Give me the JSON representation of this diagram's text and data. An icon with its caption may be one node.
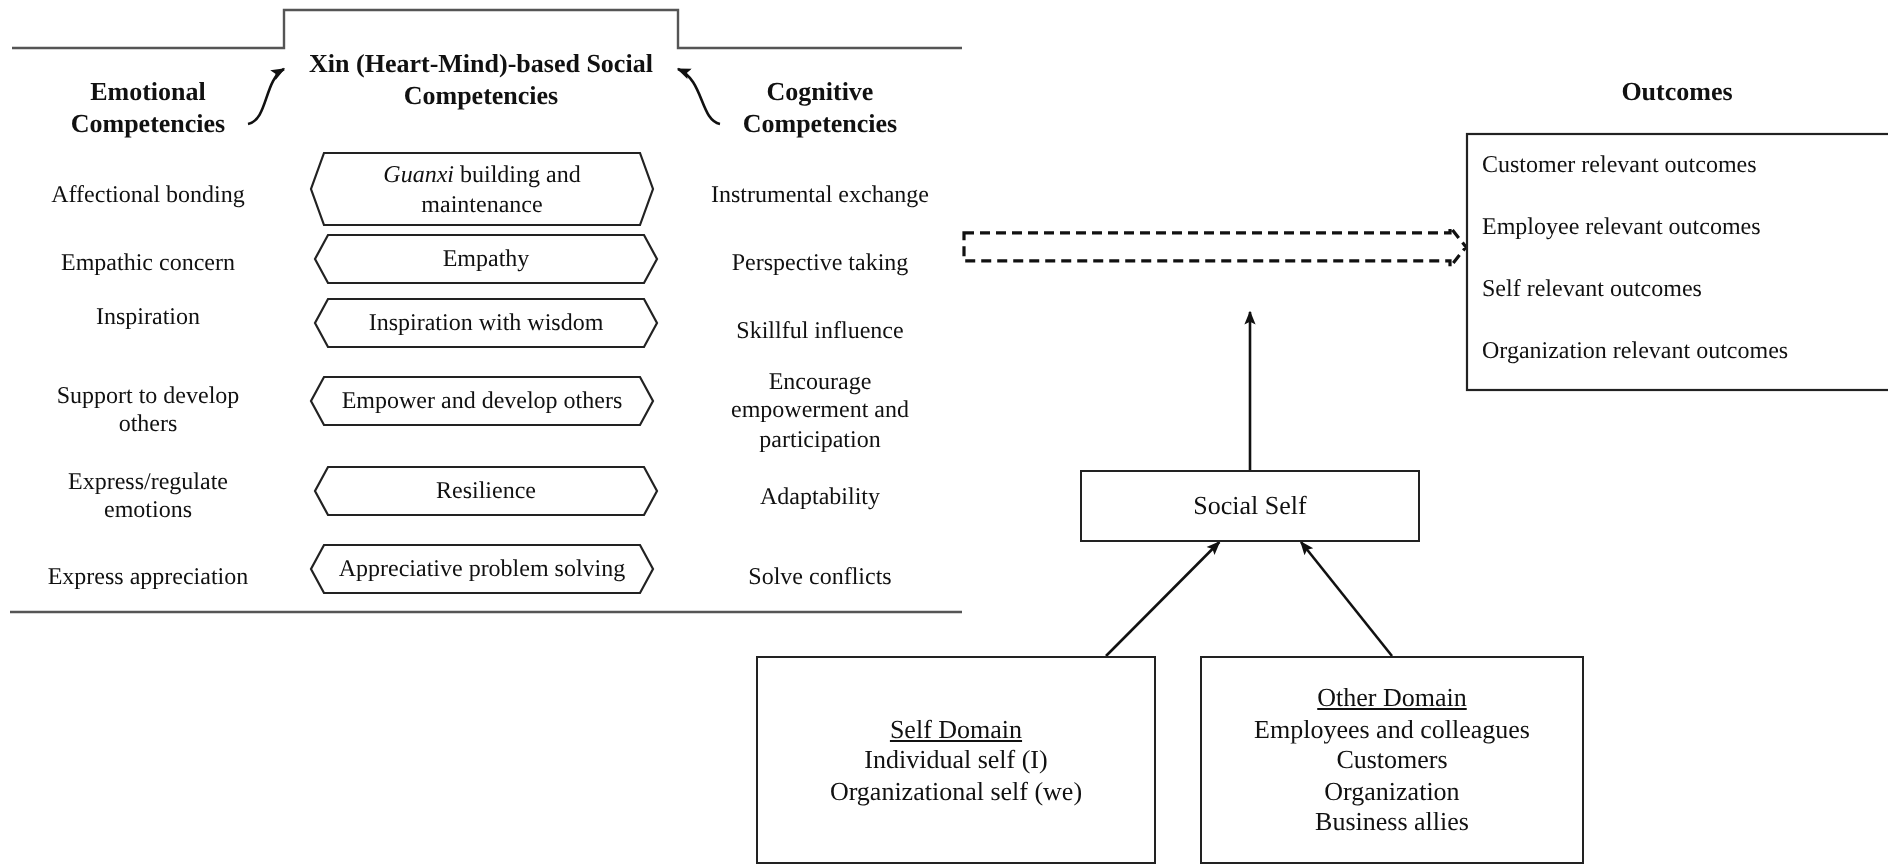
{
  "diagram": {
    "nodes": [
      {
        "text": [
          "Xin (Heart-Mind)-based Social Competencies"
        ]
      },
      {
        "text": [
          "Emotional Competencies"
        ]
      },
      {
        "text": [
          "Cognitive Competencies"
        ]
      },
      {
        "text": [
          "*Guanxi* building and maintenance"
        ]
      },
      {
        "text": [
          "Empathy"
        ]
      },
      {
        "text": [
          "Inspiration with wisdom"
        ]
      },
      {
        "text": [
          "Empower and develop others"
        ]
      },
      {
        "text": [
          "Resilience"
        ]
      },
      {
        "text": [
          "Appreciative problem solving"
        ]
      },
      {
        "text": [
          "Outcomes",
          "Customer relevant outcomes",
          "Employee relevant outcomes",
          "Self relevant outcomes",
          "Organization relevant outcomes"
        ]
      },
      {
        "text": [
          "Social Self"
        ]
      },
      {
        "text": [
          "Self Domain",
          "Individual self (I)",
          "Organizational self (we)"
        ]
      },
      {
        "text": [
          "Other Domain",
          "Employees and colleagues",
          "Customers",
          "Organization",
          "Business allies"
        ]
      }
    ],
    "edges": [
      {
        "from": 1,
        "to": 0,
        "arrow": "to"
      },
      {
        "from": 2,
        "to": 0,
        "arrow": "to"
      },
      {
        "from": null,
        "to": 9,
        "arrow": "to",
        "style": "dashed"
      },
      {
        "from": 10,
        "to": null,
        "arrow": "to"
      },
      {
        "from": 11,
        "to": 10,
        "arrow": "to"
      },
      {
        "from": 12,
        "to": 10,
        "arrow": "to"
      }
    ],
    "labels": [
      "Affectional bonding",
      "Instrumental exchange",
      "Empathic concern",
      "Perspective taking",
      "Inspiration",
      "Skillful influence",
      "Support to develop others",
      "Encourage empowerment and participation",
      "Express/regulate emotions",
      "Adaptability",
      "Express appreciation",
      "Solve conflicts"
    ]
  }
}
